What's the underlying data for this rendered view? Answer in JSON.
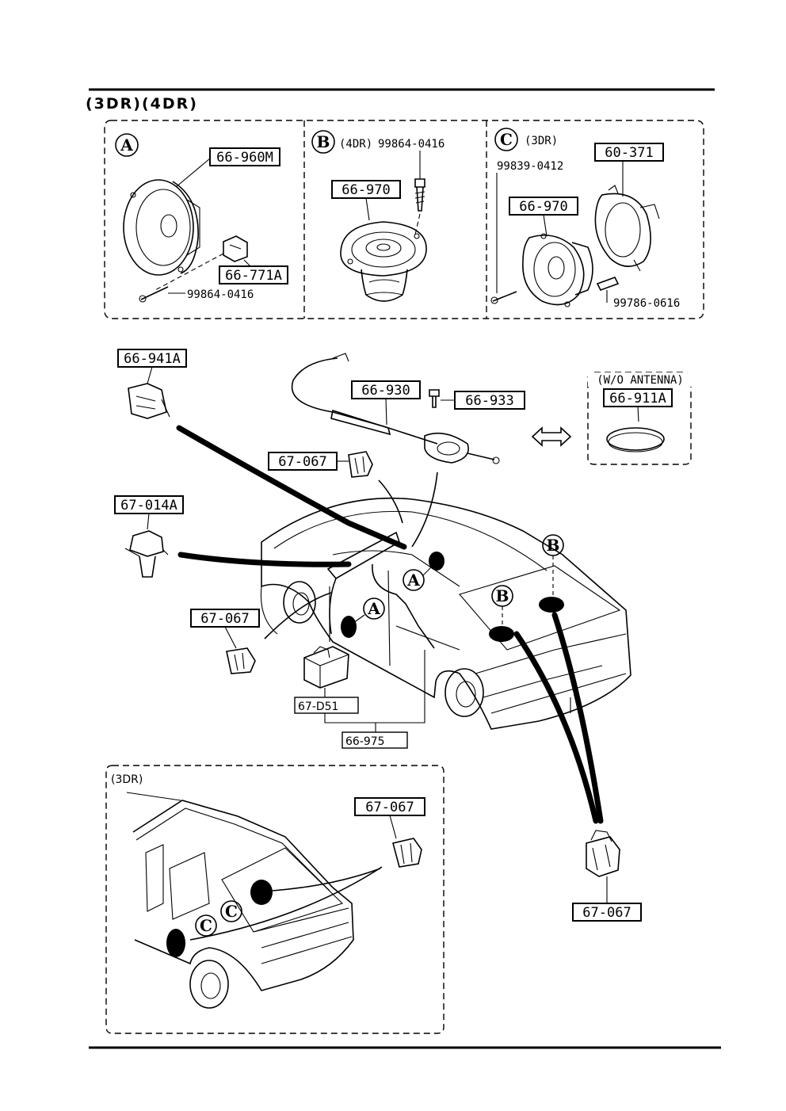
{
  "header": {
    "title": "(3DR)(4DR)"
  },
  "panels": {
    "a": {
      "marker": "A",
      "part_speaker": "66-960M",
      "part_clip": "66-771A",
      "part_screw": "99864-0416"
    },
    "b": {
      "marker": "B",
      "variant": "(4DR)",
      "part_screw": "99864-0416",
      "part_speaker": "66-970"
    },
    "c": {
      "marker": "C",
      "variant": "(3DR)",
      "part_screw_1": "99839-0412",
      "part_bracket": "60-371",
      "part_speaker": "66-970",
      "part_screw_2": "99786-0616"
    }
  },
  "main": {
    "clip_top_left": "66-941A",
    "antenna": "66-930",
    "antenna_bolt": "66-933",
    "wo_antenna_caption": "(W/O ANTENNA)",
    "antenna_cap": "66-911A",
    "clip_upper": "67-067",
    "clip_left": "67-014A",
    "clip_lower_left": "67-067",
    "amp_unit": "67-D51",
    "harness": "66-975",
    "clip_right": "67-067",
    "marker_a": "A",
    "marker_b": "B"
  },
  "inset_3dr": {
    "caption": "(3DR)",
    "clip": "67-067",
    "marker_c": "C"
  }
}
